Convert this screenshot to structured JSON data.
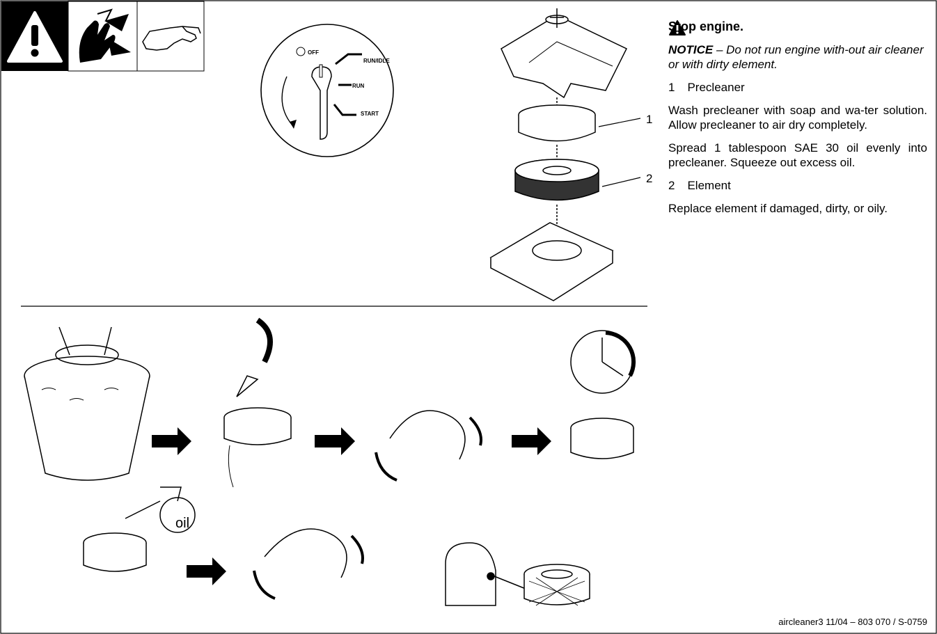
{
  "header": {
    "icons": [
      "warning-triangle-icon",
      "hand-fan-hazard-icon",
      "safety-glasses-icon"
    ]
  },
  "key_switch": {
    "off": "OFF",
    "run_idle": "RUN/IDLE",
    "run": "RUN",
    "start": "START"
  },
  "parts": {
    "callout_1": "1",
    "callout_2": "2"
  },
  "oil_label": "oil",
  "instructions": {
    "stop_engine": "Stop engine.",
    "notice_label": "NOTICE",
    "notice_text": " – Do not run engine with-out air cleaner or with dirty element.",
    "item1_num": "1",
    "item1_label": "Precleaner",
    "wash_text": "Wash precleaner with soap and wa-ter solution. Allow precleaner to air dry completely.",
    "spread_text": "Spread 1 tablespoon SAE 30 oil evenly into precleaner. Squeeze out excess oil.",
    "item2_num": "2",
    "item2_label": "Element",
    "replace_text": "Replace element if damaged, dirty, or oily."
  },
  "footer": "aircleaner3  11/04 –  803 070 / S-0759",
  "colors": {
    "ink": "#000000",
    "paper": "#ffffff"
  }
}
